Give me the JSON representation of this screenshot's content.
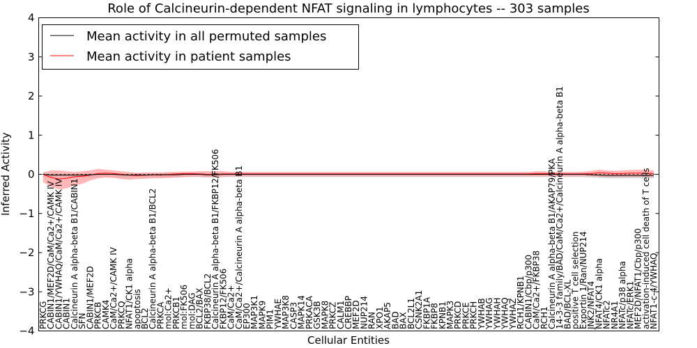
{
  "chart_data": {
    "type": "line",
    "title": "Role of Calcineurin-dependent NFAT signaling in lymphocytes -- 303 samples",
    "xlabel": "Cellular Entities",
    "ylabel": "Inferred Activity",
    "ylim": [
      -4,
      4
    ],
    "yticks": [
      "−4",
      "−3",
      "−2",
      "−1",
      "0",
      "1",
      "2",
      "3",
      "4"
    ],
    "grid": false,
    "legend_position": "top-left",
    "categories": [
      "PRKCG",
      "CABIN1/MEF2D/CaM/Ca2+/CAMK IV",
      "CABIN1/YWHAQ/CaM/Ca2+/CAMK IV",
      "CABIN1",
      "Calcineurin A alpha-beta B1/CABIN1",
      "SFN",
      "CABIN1/MEF2D",
      "PRKCB",
      "CAMK4",
      "CaM/Ca2+/CAMK IV",
      "PRKCQ",
      "NFAT1/CK1 alpha",
      "apoptosis",
      "BCL2",
      "Calcineurin A alpha-beta B1/BCL2",
      "PRKCA",
      "mol:Ca2+",
      "PRKCB1",
      "mol:FK506",
      "mol:DAG",
      "BCL2/BAX",
      "FKBP38/BCL2",
      "Calcineurin A alpha-beta B1/FKBP12/FK506",
      "FKBP12/FK506",
      "CaM/Ca2+",
      "CaM/Ca2+/Calcineurin A alpha-beta B1",
      "EP300",
      "MAP3K1",
      "MAPK9",
      "PIM1",
      "YWHAE",
      "MAP3K8",
      "CASP3",
      "MAPK14",
      "PRKACA",
      "GSK3B",
      "MAPK8",
      "PRKCZ",
      "CALM1",
      "CREBBP",
      "MEF2D",
      "NUP214",
      "RAN",
      "XPO1",
      "AKAP5",
      "BAD",
      "BAX",
      "BCL2L1",
      "CSNK2A1",
      "FKBP1A",
      "FKBP8",
      "KPNB1",
      "MAPK3",
      "PRKCD",
      "PRKCE",
      "PRKCH",
      "YWHAB",
      "YWHAG",
      "YWHAH",
      "YWHAQ",
      "YWHAZ",
      "RCH1/KPNB1",
      "CABIN1/Cbp/p300",
      "CaM/Ca2+/FKBP38",
      "RCH1",
      "Calcineurin A alpha-beta B1/AKAP79/PKA",
      "14-3-3 family/BAD/CaM/Ca2+/Calcineurin A alpha-beta B1",
      "BAD/BCL-XL",
      "positive T cell selection",
      "Exportin 1/Ran/NUP214",
      "JNK2/NFAT4",
      "NFAT4/CK1 alpha",
      "NFATc2",
      "NR4A1",
      "NFATc/p38 alpha",
      "NFATc/ERK1",
      "MEF2D/NFAT1/Cbp/p300",
      "activation-induced cell death of T cells",
      "NFAT1-c-4/YWHAQ"
    ],
    "series": [
      {
        "name": "Mean activity in all permuted samples",
        "color": "#000000",
        "values": [
          0,
          -0.02,
          -0.02,
          -0.02,
          -0.02,
          -0.02,
          -0.01,
          0,
          0,
          0,
          -0.01,
          -0.02,
          -0.01,
          -0.02,
          -0.01,
          -0.01,
          -0.01,
          -0.01,
          0,
          0,
          0,
          -0.01,
          -0.01,
          0,
          0,
          0,
          0,
          0,
          0,
          0,
          0,
          0,
          0,
          0,
          0,
          0,
          0,
          0,
          0,
          0,
          0,
          0,
          0,
          0,
          0,
          0,
          0,
          0,
          0,
          0,
          0,
          0,
          0,
          0,
          0,
          0,
          0,
          0,
          0,
          0,
          0,
          0,
          0,
          0,
          0,
          0,
          0,
          0,
          0,
          0,
          -0.01,
          -0.02,
          -0.03,
          -0.03,
          -0.03,
          -0.03,
          -0.03,
          -0.03,
          -0.03
        ],
        "band": [
          -0.07,
          0.04
        ],
        "band_color": "#cccccc"
      },
      {
        "name": "Mean activity in patient samples",
        "color": "#ff0000",
        "values": [
          0,
          -0.08,
          -0.12,
          -0.1,
          -0.06,
          -0.05,
          -0.02,
          0.02,
          0.03,
          0.02,
          0,
          -0.02,
          -0.03,
          -0.02,
          -0.01,
          -0.02,
          0,
          0.01,
          0.02,
          0.02,
          0.01,
          0,
          0,
          0.01,
          0.01,
          0.01,
          0.01,
          0.01,
          0.01,
          0.01,
          0.01,
          0.01,
          0.01,
          0.01,
          0.01,
          0.01,
          0.01,
          0.01,
          0.01,
          0.01,
          0.01,
          0.01,
          0.01,
          0.01,
          0.01,
          0.01,
          0.01,
          0.01,
          0.01,
          0.01,
          0.01,
          0.01,
          0.01,
          0.01,
          0.01,
          0.01,
          0.01,
          0.01,
          0.01,
          0.01,
          0.01,
          0.01,
          0.01,
          0.02,
          0.02,
          0.01,
          0.01,
          0.01,
          0.01,
          0.01,
          0.02,
          0.04,
          0.03,
          0.02,
          0.02,
          0.03,
          0.03,
          0.03,
          0.02
        ],
        "band_low": [
          -0.2,
          -0.32,
          -0.38,
          -0.36,
          -0.28,
          -0.24,
          -0.16,
          -0.1,
          -0.08,
          -0.09,
          -0.12,
          -0.14,
          -0.12,
          -0.11,
          -0.1,
          -0.1,
          -0.09,
          -0.08,
          -0.07,
          -0.06,
          -0.06,
          -0.07,
          -0.07,
          -0.06,
          -0.05,
          -0.05,
          -0.05,
          -0.05,
          -0.05,
          -0.05,
          -0.05,
          -0.05,
          -0.05,
          -0.05,
          -0.05,
          -0.05,
          -0.05,
          -0.05,
          -0.05,
          -0.05,
          -0.05,
          -0.05,
          -0.05,
          -0.05,
          -0.05,
          -0.05,
          -0.05,
          -0.05,
          -0.05,
          -0.05,
          -0.05,
          -0.05,
          -0.05,
          -0.05,
          -0.05,
          -0.05,
          -0.05,
          -0.05,
          -0.05,
          -0.05,
          -0.05,
          -0.05,
          -0.05,
          -0.05,
          -0.05,
          -0.05,
          -0.05,
          -0.05,
          -0.05,
          -0.05,
          -0.05,
          -0.06,
          -0.06,
          -0.06,
          -0.06,
          -0.06,
          -0.06,
          -0.06,
          -0.06
        ],
        "band_high": [
          0.05,
          0.1,
          0.1,
          0.08,
          0.06,
          0.08,
          0.1,
          0.14,
          0.12,
          0.1,
          0.08,
          0.06,
          0.04,
          0.05,
          0.05,
          0.05,
          0.06,
          0.06,
          0.07,
          0.07,
          0.08,
          0.08,
          0.08,
          0.08,
          0.06,
          0.06,
          0.06,
          0.06,
          0.06,
          0.06,
          0.06,
          0.06,
          0.06,
          0.06,
          0.06,
          0.06,
          0.06,
          0.06,
          0.06,
          0.06,
          0.06,
          0.06,
          0.06,
          0.06,
          0.06,
          0.06,
          0.06,
          0.06,
          0.06,
          0.06,
          0.06,
          0.06,
          0.06,
          0.06,
          0.06,
          0.06,
          0.06,
          0.06,
          0.06,
          0.06,
          0.06,
          0.06,
          0.06,
          0.08,
          0.08,
          0.06,
          0.06,
          0.06,
          0.06,
          0.07,
          0.09,
          0.12,
          0.1,
          0.09,
          0.1,
          0.11,
          0.12,
          0.12,
          0.1
        ],
        "band_color": "#ff9999"
      }
    ]
  }
}
